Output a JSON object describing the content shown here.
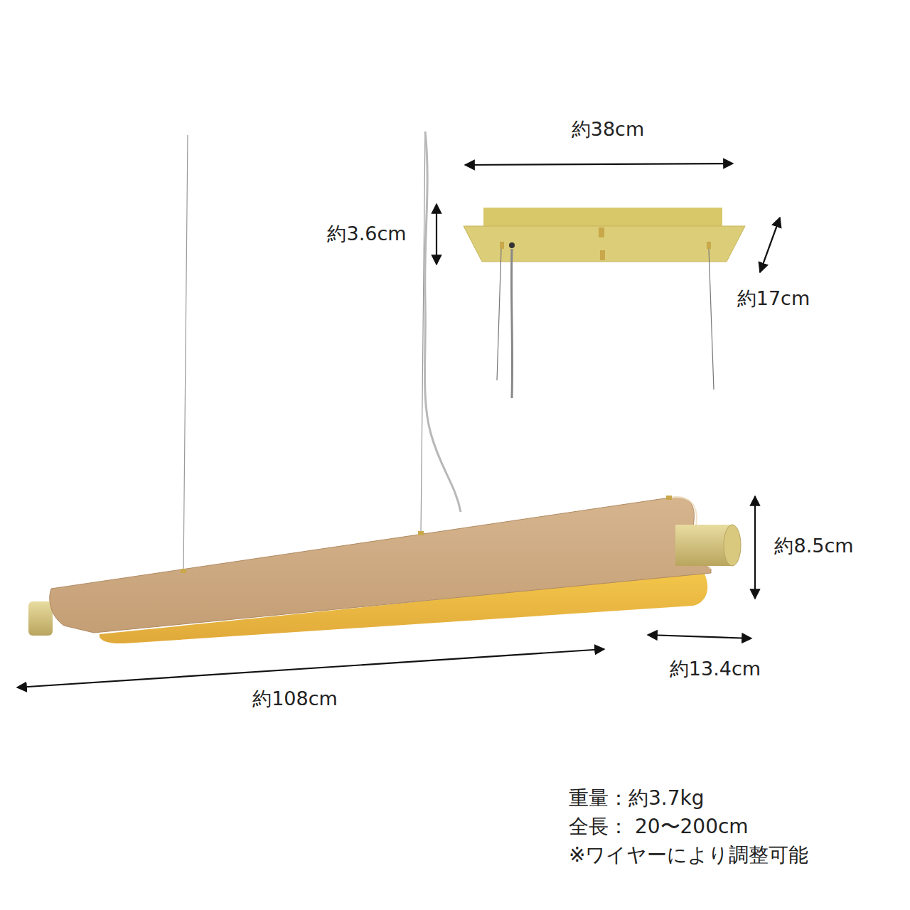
{
  "diagram": {
    "labels": [
      "約38cm",
      "約3.6cm",
      "約17cm",
      "約8.5cm",
      "約13.4cm",
      "約108cm",
      "重量：約3.7kg",
      "全長： 20〜200cm",
      "※ワイヤーにより調整可能"
    ]
  }
}
